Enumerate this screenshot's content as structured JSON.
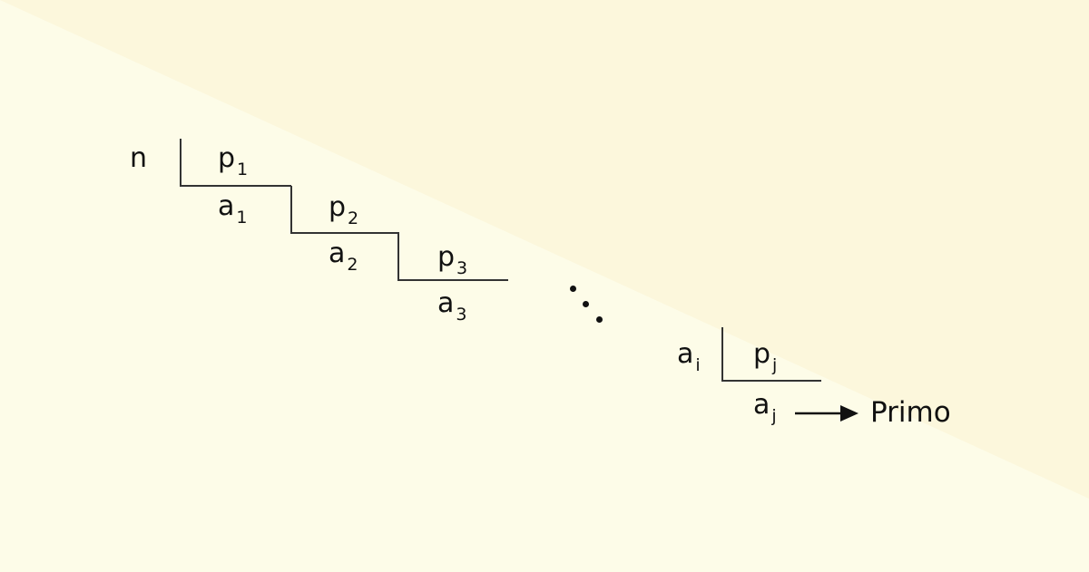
{
  "colors": {
    "background_light": "#fdfce8",
    "background_band": "#fcf7dc",
    "ink": "#111111",
    "line": "#333333"
  },
  "diagram": {
    "dividend": "n",
    "steps": [
      {
        "divisor_base": "p",
        "divisor_sub": "1",
        "quotient_base": "a",
        "quotient_sub": "1"
      },
      {
        "divisor_base": "p",
        "divisor_sub": "2",
        "quotient_base": "a",
        "quotient_sub": "2"
      },
      {
        "divisor_base": "p",
        "divisor_sub": "3",
        "quotient_base": "a",
        "quotient_sub": "3"
      }
    ],
    "final_step": {
      "dividend_base": "a",
      "dividend_sub": "i",
      "divisor_base": "p",
      "divisor_sub": "j",
      "quotient_base": "a",
      "quotient_sub": "j"
    },
    "result_label": "Primo",
    "arrow_icon": "right-arrow-icon",
    "ellipsis_icon": "diagonal-ellipsis-icon"
  }
}
